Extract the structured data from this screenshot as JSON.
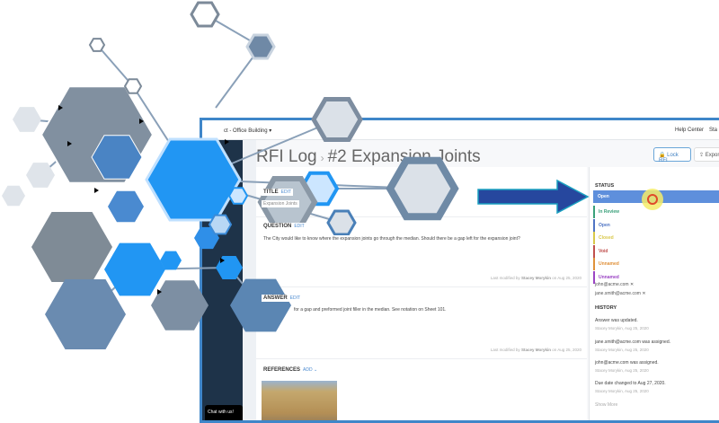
{
  "topbar": {
    "project": "ct - Office Building ▾",
    "help": "Help Center",
    "status_cut": "Sta"
  },
  "header": {
    "crumb": "RFI Log",
    "sep": "›",
    "title": "#2 Expansion Joints",
    "lock": "🔒 Lock RFI",
    "export": "⇪ Export"
  },
  "main": {
    "title_label": "TITLE",
    "edit": "EDIT",
    "title_value": "Expansion Joints",
    "question_label": "QUESTION",
    "question": "The City would like to know where the expansion joints go through the median. Should there be a gap left for the expansion joint?",
    "modified_prefix": "Last modified by",
    "modified_user": "Stacey Morykin",
    "modified_suffix": "on Aug 25, 2020",
    "answer_label": "ANSWER",
    "answer": "for a gap and preformed joint filler in the median. See notation on Sheet 101.",
    "references_label": "REFERENCES",
    "add": "ADD ⌄"
  },
  "sidebar": {
    "chat": "Chat with us!"
  },
  "status": {
    "label": "STATUS",
    "selected": "Open",
    "options": [
      {
        "label": "In Review",
        "color": "#3aa07a"
      },
      {
        "label": "Open",
        "color": "#4f74c4"
      },
      {
        "label": "Closed",
        "color": "#d9c84a"
      },
      {
        "label": "Void",
        "color": "#c0504d"
      },
      {
        "label": "Unnamed",
        "color": "#e0913a"
      },
      {
        "label": "Unnamed",
        "color": "#9b45c4"
      }
    ]
  },
  "assignees": [
    "john@acme.com ✕",
    "jane.smith@acme.com ✕"
  ],
  "history": {
    "label": "HISTORY",
    "items": [
      {
        "text": "Answer was updated.",
        "meta": "Stacey Morykin, Aug 25, 2020"
      },
      {
        "text": "jane.smith@acme.com was assigned.",
        "meta": "Stacey Morykin, Aug 25, 2020"
      },
      {
        "text": "john@acme.com was assigned.",
        "meta": "Stacey Morykin, Aug 25, 2020"
      },
      {
        "text": "Due date changed to Aug 27, 2020.",
        "meta": "Stacey Morykin, Aug 25, 2020"
      }
    ],
    "show_more": "Show More"
  }
}
